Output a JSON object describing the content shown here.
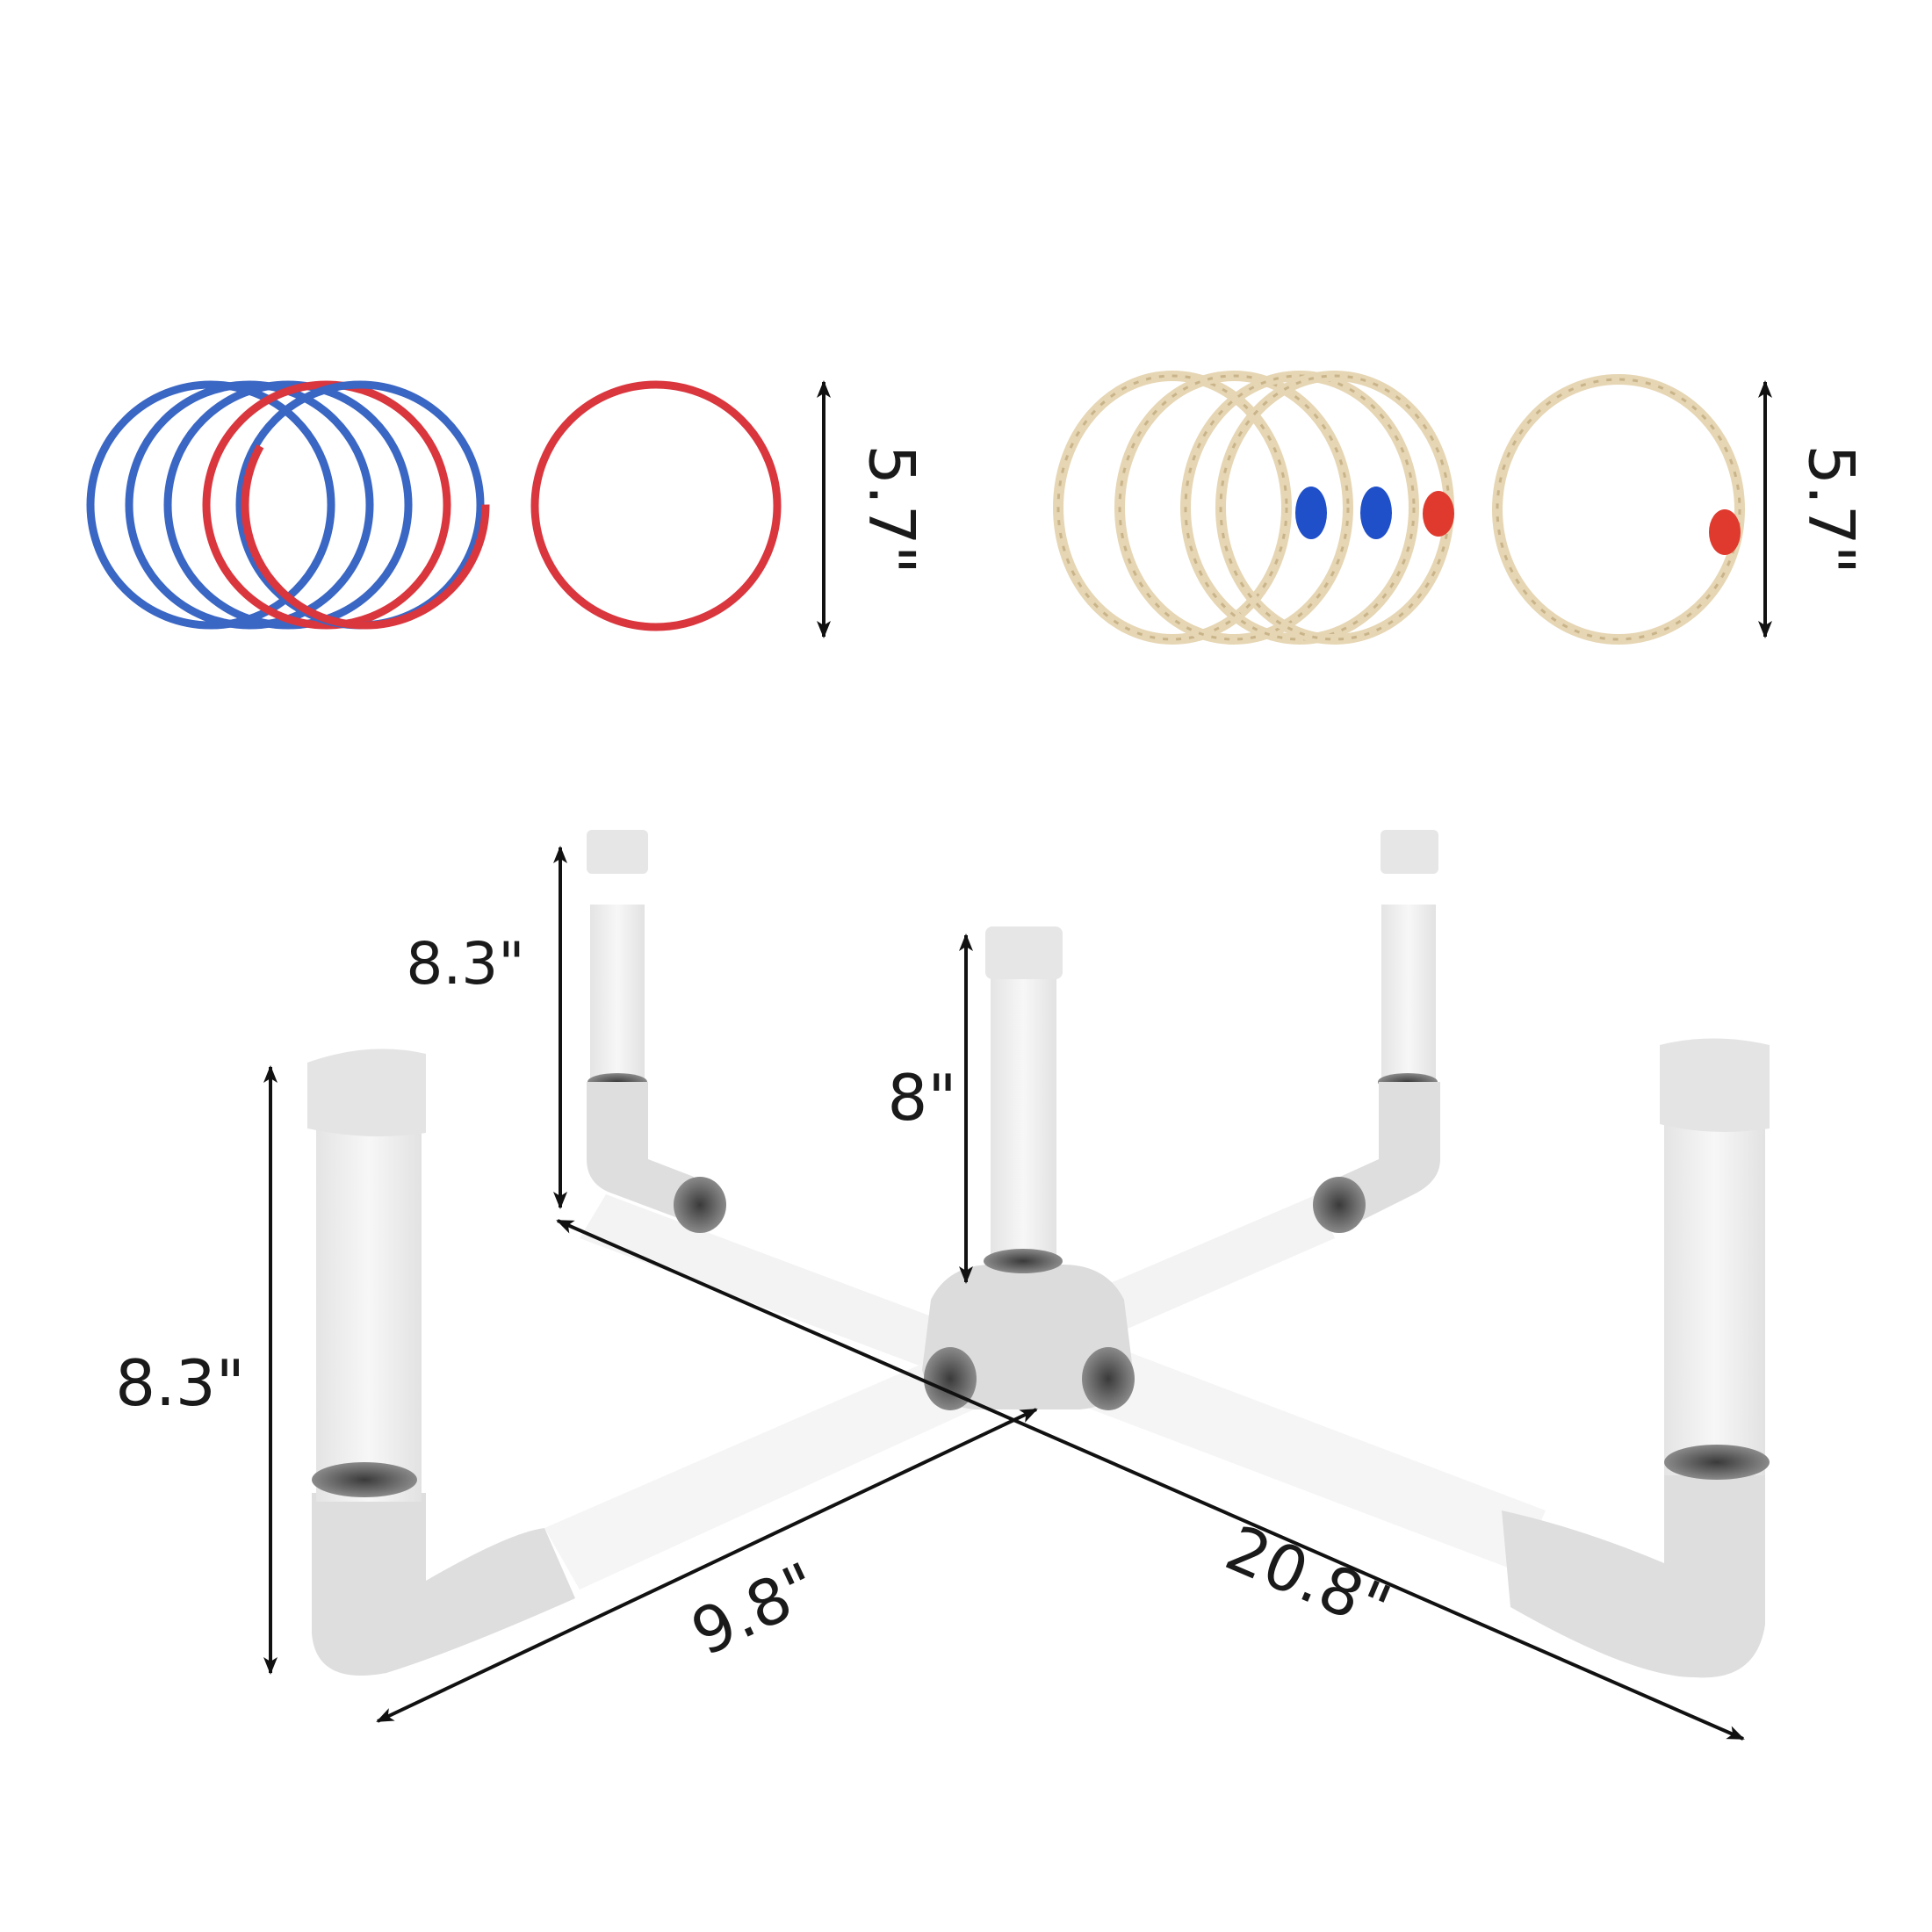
{
  "labels": {
    "plastic_ring_diameter": "5.7\"",
    "rope_ring_diameter": "5.7\"",
    "back_left_post_height": "8.3\"",
    "center_post_height": "8\"",
    "front_left_post_height": "8.3\"",
    "short_arm_length": "9.8\"",
    "long_span_length": "20.8\""
  },
  "colors": {
    "blue_ring": "#3a66c4",
    "red_ring": "#d9363e",
    "rope": "#e6d6b4",
    "rope_dark": "#c9b48a",
    "knot_blue": "#1f4fc9",
    "knot_red": "#e03a2e",
    "pipe": "#f1f1f1",
    "pipe_shade": "#e3e3e3",
    "joint": "#dedede",
    "hole": "#555555",
    "arrow": "#111111"
  },
  "icons": {
    "dimension_arrow": "double-headed-arrow",
    "ring": "circle-outline"
  }
}
